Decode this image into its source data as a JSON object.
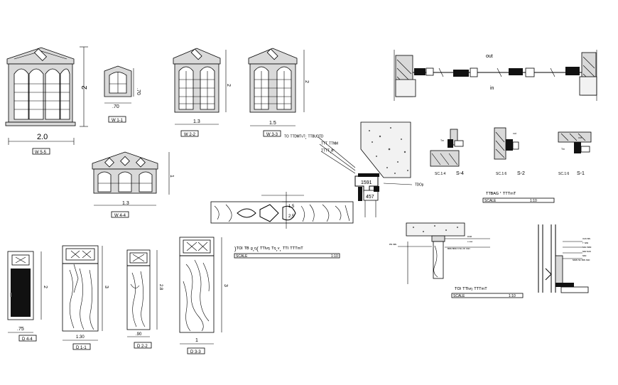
{
  "windows": {
    "w5": {
      "tag": "W 5-5",
      "width": "2.0",
      "height": "2"
    },
    "w1": {
      "tag": "W 1-1",
      "width": ".70",
      "height": ".70"
    },
    "w2": {
      "tag": "W 2-2",
      "width": "1.3",
      "height": "2"
    },
    "w3": {
      "tag": "W 3-3",
      "width": "1.5",
      "height": "2"
    },
    "w4": {
      "tag": "W 4-4",
      "width": "1.3",
      "height": "1"
    }
  },
  "doors": {
    "d4": {
      "tag": "D 4-4",
      "width": ".75",
      "height": "2"
    },
    "d1": {
      "tag": "D 1-1",
      "width": "1.30",
      "height": "3"
    },
    "d2": {
      "tag": "D 2-2",
      "width": ".90",
      "height": "2.8"
    },
    "d3": {
      "tag": "D 3-3",
      "width": "1",
      "height": "3"
    }
  },
  "plan_detail": {
    "out_label": "out",
    "in_label": "in"
  },
  "profile": {
    "label_a": "1591",
    "label_b": "457",
    "note_1": "ᵀᴼ ᵀᵀᴰᴹᵀᵛᵀ; ᵀᵀᴮᵁᴼᵀᴰ",
    "note_2": "ᵀᵀᵀ ᵀᵀᴺᴹ",
    "note_3": "ᵀᵀᵀᵀ,ᴬ'",
    "note_4": "ᵀᴰᴼᵖ"
  },
  "section_detail": {
    "title": "ᵀᵀᴮᴬᴳ ' ᵀᵀᵀᵐᵀ",
    "scale_label": "SCALE",
    "scale_value": "1:10",
    "labels": [
      "S-4",
      "S-2",
      "S-1"
    ],
    "sub_labels": [
      "SC.1:4",
      "SC.1:6",
      "SC.1:6"
    ],
    "callouts": [
      "ᵀᵐ",
      "ᵒᵘᵗ",
      "ᵒᵘᵗ",
      "ᵀᵐ"
    ]
  },
  "timber_detail": {
    "dim_a": "1.5",
    "dim_b": "2.5",
    "title": ")ᵀᴼᴵ ᵀᴮ ᵍ,ᵑ( ᵀᵀᴵᵛᵑ ᵀᵑ,ᵛ, ᵀᵀᴵ ᵀᵀᵀᵐᵀ",
    "scale_label": "SCALE",
    "scale_value": "1:10"
  },
  "door_frame_detail": {
    "title": "ᵀᴼᴵ ᵀᵀᴵᵛᵑ ᵀᵀᵀᵐᵀ",
    "scale_label": "SCALE",
    "scale_value": "1:10",
    "callouts": [
      "ᴰᴼᴹ",
      "ᵃ ᵃᵃᵃ",
      "ᴾᴵᴺ ᴵᴺᴵᴺ",
      "ᴮᴵᴺᴺ ᴮᴵᴺᴺ ᴺ ᴵᴺᵐ ᴮᴵ ᴼᴬᴺ"
    ]
  },
  "side_detail": {
    "callouts": [
      "ᴼᴬᴺ ᴵᴺᴺ",
      "ᵀ ᴺᴬᴺ",
      "ᴺᴬᴺ ᴵᴺᴺᴺ",
      "ᴺᴬᴺ ᴺᴬᴺ",
      "ᴺᴬᴺ",
      "ᴺᴬᴺᴺ ᴺᴬ ᴺᴺᴺ ᴺᴬᴺ"
    ]
  }
}
